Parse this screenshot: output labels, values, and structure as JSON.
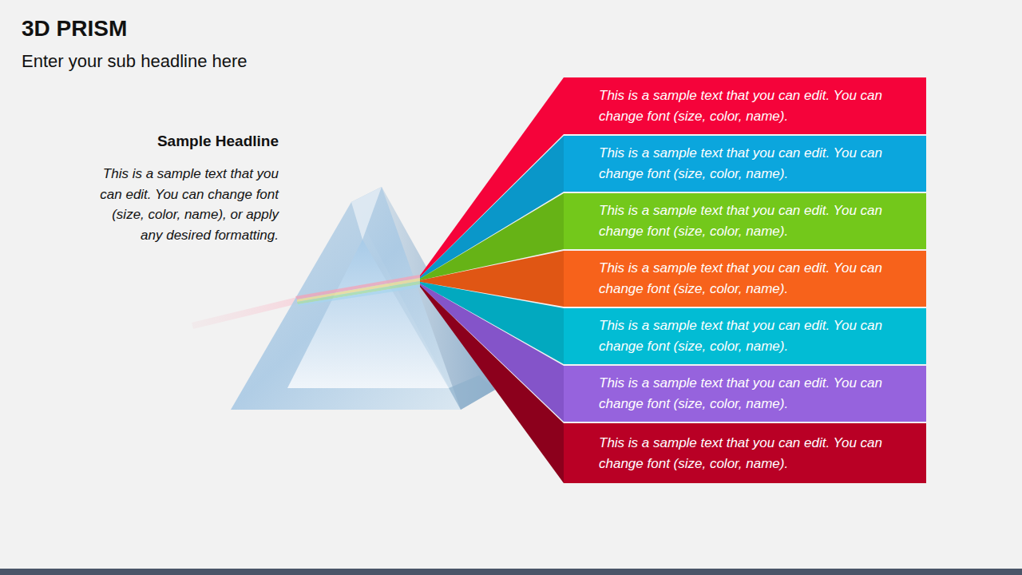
{
  "diagram": {
    "title": "3D PRISM",
    "nodes": [
      {
        "text": [
          "This is a sample text that you can edit. You can change font (size, color, name)."
        ]
      },
      {
        "text": [
          "This is a sample text that you can edit. You can change font (size, color, name)."
        ]
      },
      {
        "text": [
          "This is a sample text that you can edit. You can change font (size, color, name)."
        ]
      },
      {
        "text": [
          "This is a sample text that you can edit. You can change font (size, color, name)."
        ]
      },
      {
        "text": [
          "This is a sample text that you can edit. You can change font (size, color, name)."
        ]
      },
      {
        "text": [
          "This is a sample text that you can edit. You can change font (size, color, name)."
        ]
      },
      {
        "text": [
          "This is a sample text that you can edit. You can change font (size, color, name)."
        ]
      }
    ],
    "labels": [
      "Enter your sub headline here",
      "Sample Headline",
      "This is a sample text that you can edit. You can change font (size, color, name), or apply any desired formatting."
    ]
  }
}
